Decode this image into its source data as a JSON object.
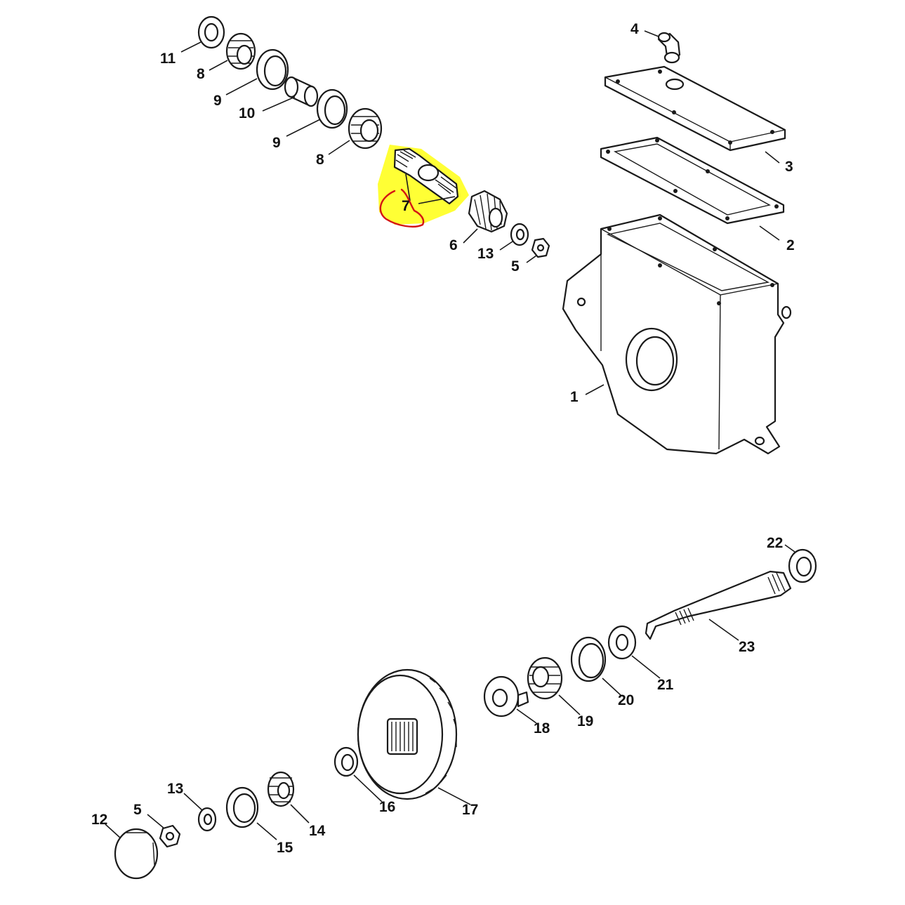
{
  "diagram": {
    "callouts": [
      {
        "id": "c11",
        "label": "11"
      },
      {
        "id": "c8a",
        "label": "8"
      },
      {
        "id": "c9a",
        "label": "9"
      },
      {
        "id": "c10",
        "label": "10"
      },
      {
        "id": "c9b",
        "label": "9"
      },
      {
        "id": "c8b",
        "label": "8"
      },
      {
        "id": "c7",
        "label": "7"
      },
      {
        "id": "c6",
        "label": "6"
      },
      {
        "id": "c13a",
        "label": "13"
      },
      {
        "id": "c5a",
        "label": "5"
      },
      {
        "id": "c4",
        "label": "4"
      },
      {
        "id": "c3",
        "label": "3"
      },
      {
        "id": "c2",
        "label": "2"
      },
      {
        "id": "c1",
        "label": "1"
      },
      {
        "id": "c22",
        "label": "22"
      },
      {
        "id": "c23",
        "label": "23"
      },
      {
        "id": "c21",
        "label": "21"
      },
      {
        "id": "c20",
        "label": "20"
      },
      {
        "id": "c19",
        "label": "19"
      },
      {
        "id": "c18",
        "label": "18"
      },
      {
        "id": "c17",
        "label": "17"
      },
      {
        "id": "c16",
        "label": "16"
      },
      {
        "id": "c14",
        "label": "14"
      },
      {
        "id": "c15",
        "label": "15"
      },
      {
        "id": "c13b",
        "label": "13"
      },
      {
        "id": "c5b",
        "label": "5"
      },
      {
        "id": "c12",
        "label": "12"
      }
    ],
    "highlight": {
      "color": "#ffff2a",
      "marker_color": "#d41414",
      "part": "7"
    }
  }
}
